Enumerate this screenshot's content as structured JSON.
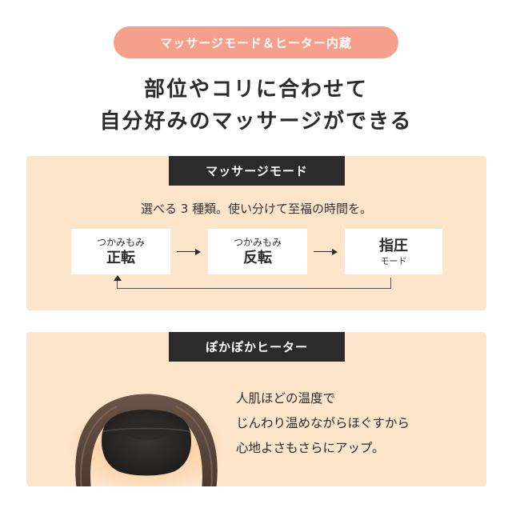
{
  "header": {
    "pill_label": "マッサージモード＆ヒーター内蔵",
    "headline_line1": "部位やコリに合わせて",
    "headline_line2": "自分好みのマッサージができる"
  },
  "massage_mode": {
    "tag": "マッサージモード",
    "description": "選べる 3 種類。使い分けて至福の時間を。",
    "modes": [
      {
        "sub": "つかみもみ",
        "main": "正転"
      },
      {
        "sub": "つかみもみ",
        "main": "反転"
      },
      {
        "main": "指圧",
        "small": "モード"
      }
    ]
  },
  "heater": {
    "tag": "ぽかぽかヒーター",
    "lines": [
      "人肌ほどの温度で",
      "じんわり温めながらほぐすから",
      "心地よさもさらにアップ。"
    ]
  },
  "colors": {
    "accent_pill": "#f6a08c",
    "panel_bg": "#fde5cc",
    "tag_bg": "#2b2b2b",
    "text": "#2b2b2b"
  },
  "icons": [
    "arrow-right-icon",
    "loop-arrow-icon"
  ]
}
